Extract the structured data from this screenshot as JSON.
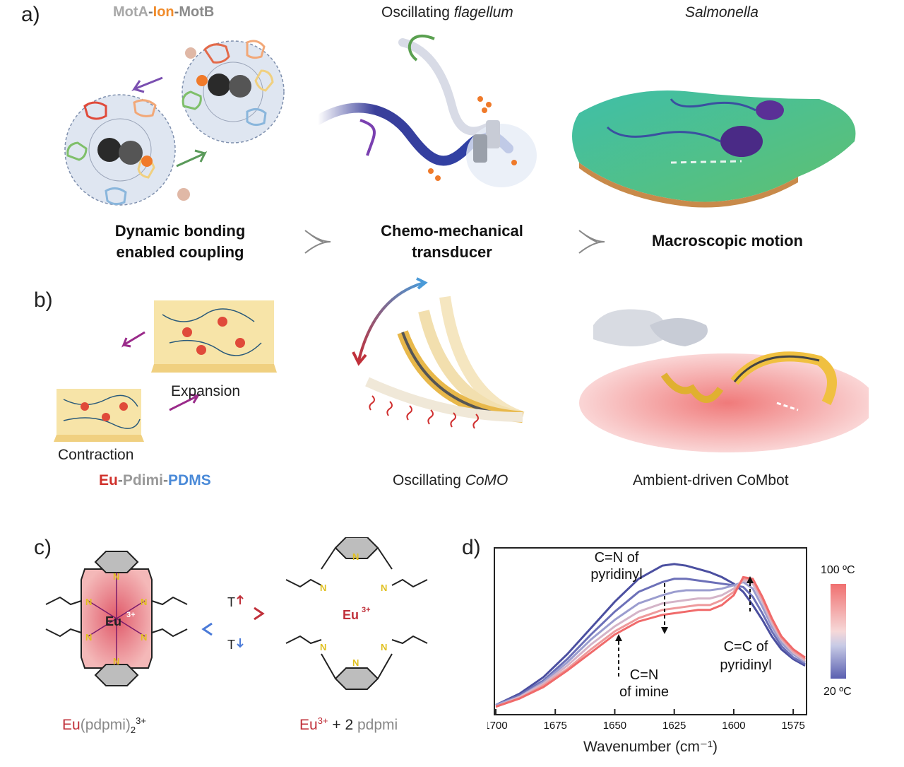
{
  "panel_a": {
    "letter": "a)",
    "motor_label": {
      "part1": "MotA",
      "sep1": "-",
      "part2": "Ion",
      "sep2": "-",
      "part3": "MotB"
    },
    "flagellum_title": {
      "prefix": "Oscillating ",
      "italic": "flagellum"
    },
    "salmonella_title": "Salmonella",
    "caption_left_line1": "Dynamic bonding",
    "caption_left_line2": "enabled coupling",
    "caption_mid_line1": "Chemo-mechanical",
    "caption_mid_line2": "transducer",
    "caption_right": "Macroscopic motion"
  },
  "panel_b": {
    "letter": "b)",
    "expansion_label": "Expansion",
    "contraction_label": "Contraction",
    "material_label": {
      "part1": "Eu",
      "sep1": "-",
      "part2": "Pdimi",
      "sep2": "-",
      "part3": "PDMS"
    },
    "como_title": {
      "prefix": "Oscillating ",
      "italic": "CoMO"
    },
    "combot_title": "Ambient-driven CoMbot"
  },
  "panel_c": {
    "letter": "c)",
    "complex_center": "Eu",
    "complex_center_charge": "3+",
    "free_ion": "Eu",
    "free_ion_charge": "3+",
    "atom_n": "N",
    "temp_up": "T",
    "temp_down": "T",
    "left_caption": {
      "eu": "Eu",
      "paren_open": "(",
      "ligand": "pdpmi",
      "paren_close": ")",
      "sub": "2",
      "sup": "3+"
    },
    "right_caption": {
      "eu": "Eu",
      "sup": "3+",
      "plus": " + 2 ",
      "ligand": "pdpmi"
    }
  },
  "panel_d": {
    "letter": "d)",
    "annotations": {
      "cn_pyridinyl_line1": "C=N of",
      "cn_pyridinyl_line2": "pyridinyl",
      "cn_imine_line1": "C=N",
      "cn_imine_line2": "of imine",
      "cc_pyridinyl_line1": "C=C of",
      "cc_pyridinyl_line2": "pyridinyl"
    },
    "colorbar": {
      "top_label": "100 ºC",
      "bottom_label": "20 ºC",
      "top_color": "#f07070",
      "bottom_color": "#5a5fb0"
    },
    "chart_data": {
      "type": "line",
      "xlabel": "Wavenumber (cm⁻¹)",
      "ylabel": "",
      "xlim": [
        1700,
        1570
      ],
      "x_reversed": true,
      "xticks": [
        "1700",
        "1675",
        "1650",
        "1625",
        "1600",
        "1575"
      ],
      "x": [
        1700,
        1690,
        1680,
        1670,
        1660,
        1650,
        1640,
        1630,
        1625,
        1620,
        1615,
        1610,
        1605,
        1600,
        1596,
        1592,
        1588,
        1584,
        1580,
        1575,
        1570
      ],
      "series": [
        {
          "temperature_c": 20,
          "color": "#4b4fa0",
          "values": [
            0.05,
            0.12,
            0.22,
            0.36,
            0.52,
            0.68,
            0.82,
            0.9,
            0.91,
            0.9,
            0.88,
            0.86,
            0.83,
            0.79,
            0.74,
            0.66,
            0.57,
            0.47,
            0.39,
            0.33,
            0.29
          ]
        },
        {
          "temperature_c": 35,
          "color": "#6c70b8",
          "values": [
            0.05,
            0.11,
            0.2,
            0.33,
            0.48,
            0.62,
            0.74,
            0.8,
            0.82,
            0.82,
            0.81,
            0.8,
            0.79,
            0.78,
            0.77,
            0.71,
            0.61,
            0.5,
            0.41,
            0.34,
            0.3
          ]
        },
        {
          "temperature_c": 50,
          "color": "#9b9dcf",
          "values": [
            0.05,
            0.1,
            0.19,
            0.31,
            0.45,
            0.57,
            0.67,
            0.72,
            0.74,
            0.75,
            0.75,
            0.75,
            0.76,
            0.78,
            0.8,
            0.76,
            0.65,
            0.53,
            0.43,
            0.36,
            0.31
          ]
        },
        {
          "temperature_c": 65,
          "color": "#d4b4c8",
          "values": [
            0.04,
            0.1,
            0.18,
            0.29,
            0.42,
            0.53,
            0.62,
            0.67,
            0.68,
            0.69,
            0.7,
            0.7,
            0.72,
            0.76,
            0.81,
            0.79,
            0.68,
            0.55,
            0.45,
            0.37,
            0.32
          ]
        },
        {
          "temperature_c": 80,
          "color": "#ee9a9c",
          "values": [
            0.04,
            0.09,
            0.17,
            0.27,
            0.39,
            0.5,
            0.58,
            0.63,
            0.64,
            0.65,
            0.66,
            0.66,
            0.69,
            0.74,
            0.82,
            0.81,
            0.7,
            0.57,
            0.46,
            0.38,
            0.33
          ]
        },
        {
          "temperature_c": 100,
          "color": "#f06a6a",
          "values": [
            0.04,
            0.09,
            0.16,
            0.26,
            0.37,
            0.48,
            0.56,
            0.6,
            0.61,
            0.62,
            0.63,
            0.63,
            0.66,
            0.72,
            0.83,
            0.82,
            0.71,
            0.58,
            0.47,
            0.39,
            0.34
          ]
        }
      ]
    }
  }
}
